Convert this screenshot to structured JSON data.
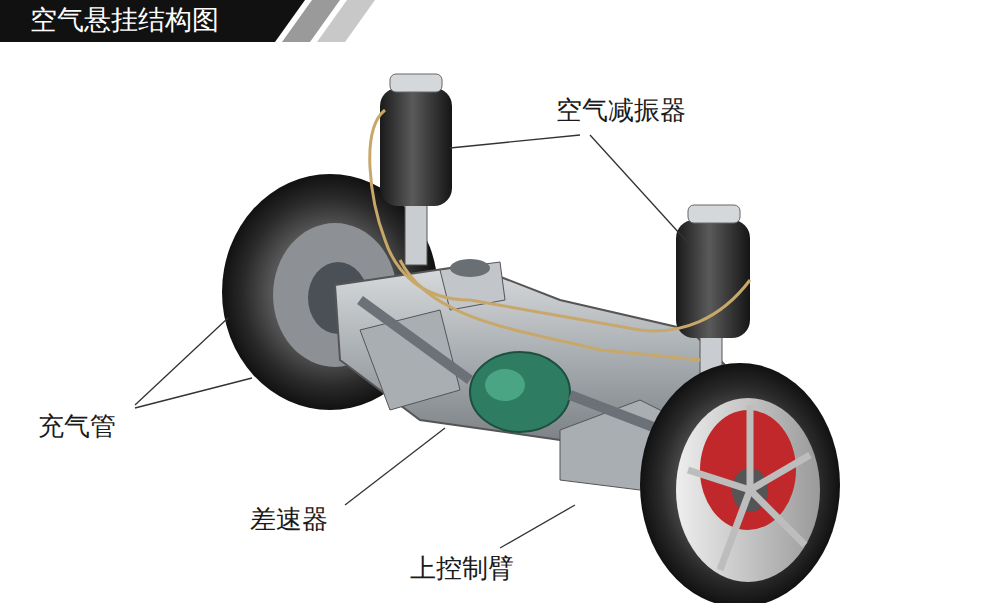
{
  "diagram": {
    "title": "空气悬挂结构图",
    "labels": [
      "空气减振器",
      "充气管",
      "差速器",
      "上控制臂"
    ]
  }
}
